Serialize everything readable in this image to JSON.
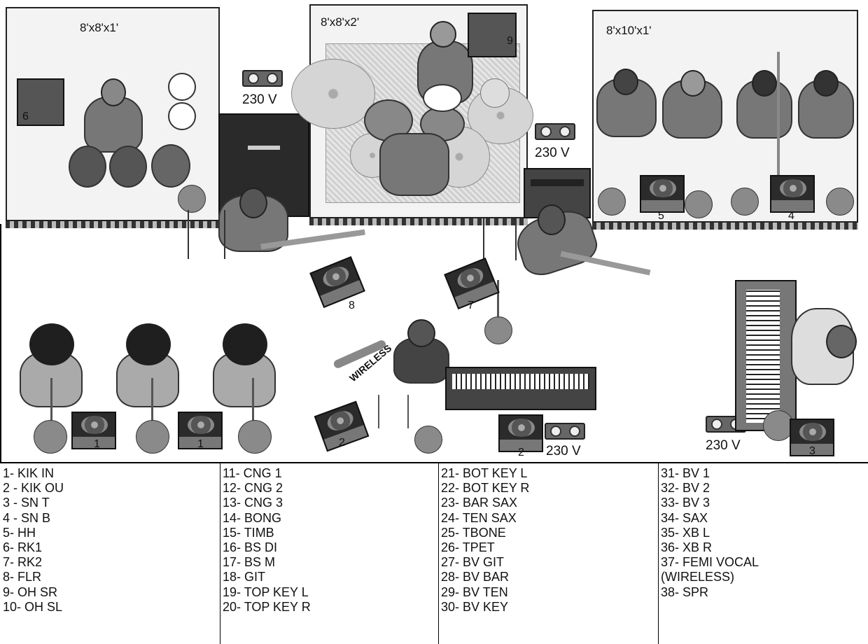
{
  "risers": [
    {
      "label": "8'x8'x1'"
    },
    {
      "label": "8'x8'x2'"
    },
    {
      "label": "8'x10'x1'"
    }
  ],
  "power_label": "230 V",
  "monitor_numbers": [
    "1",
    "1",
    "2",
    "2",
    "3",
    "4",
    "5",
    "6",
    "7",
    "8",
    "9"
  ],
  "wireless_label": "WIRELESS",
  "input_list": {
    "col1": [
      "1-  KIK IN",
      "2 - KIK OU",
      "3 - SN T",
      "4 - SN B",
      "5- HH",
      "6- RK1",
      "7- RK2",
      "8- FLR",
      "9- OH SR",
      "10- OH SL"
    ],
    "col2": [
      "11- CNG 1",
      "12- CNG 2",
      "13- CNG 3",
      "14- BONG",
      "15- TIMB",
      "16- BS DI",
      "17- BS M",
      "18- GIT",
      "19- TOP KEY L",
      "20- TOP KEY R"
    ],
    "col3": [
      "21- BOT KEY L",
      "22- BOT KEY R",
      "23- BAR SAX",
      "24- TEN SAX",
      "25- TBONE",
      "26- TPET",
      "27- BV GIT",
      "28- BV BAR",
      "29- BV TEN",
      "30- BV KEY"
    ],
    "col4": [
      "31- BV 1",
      "32- BV 2",
      "33- BV 3",
      "34- SAX",
      "35- XB L",
      "36- XB R",
      "37- FEMI VOCAL",
      "(WIRELESS)",
      "38- SPR"
    ]
  }
}
